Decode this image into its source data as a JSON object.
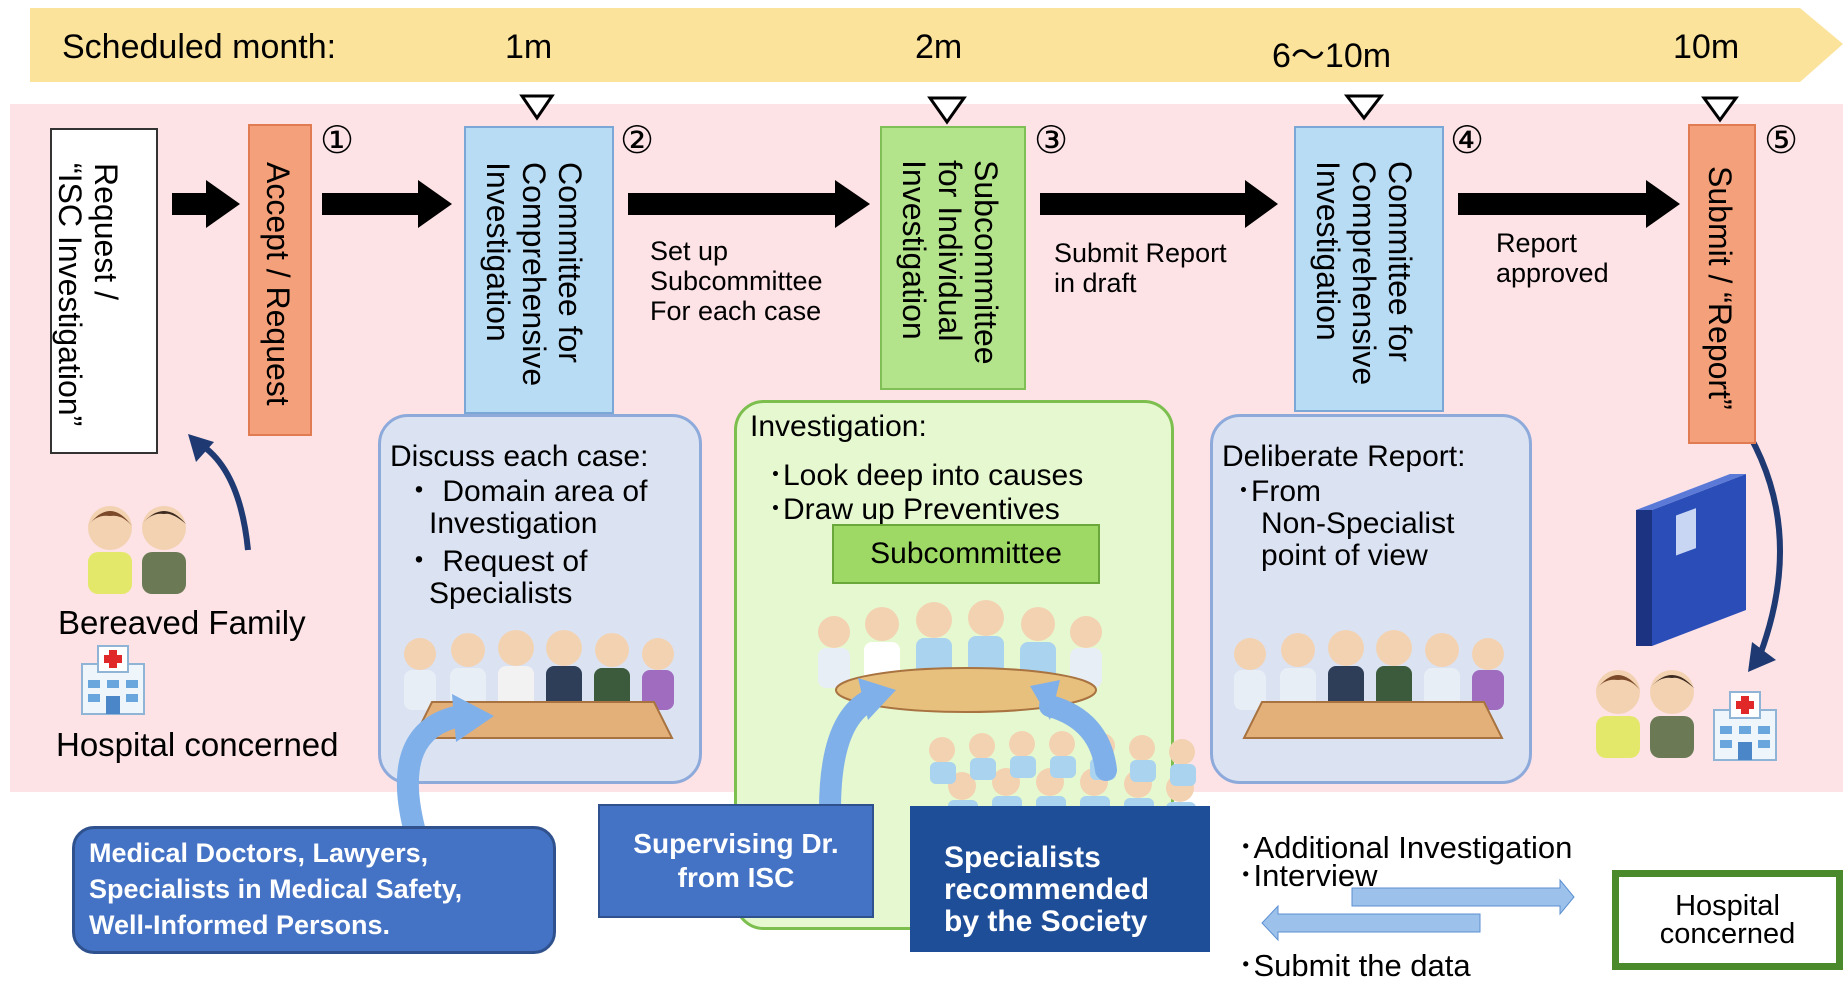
{
  "timeline": {
    "label": "Scheduled month:",
    "marks": [
      "1m",
      "2m",
      "6～10m",
      "10m"
    ]
  },
  "steps": [
    {
      "box": "Request /\n“ISC Investigation”"
    },
    {
      "box": "Accept / Request",
      "num": "①"
    },
    {
      "box": "Committee for\nComprehensive\nInvestigation",
      "num": "②"
    },
    {
      "box": "Subcommittee\nfor Individual\nInvestigation",
      "num": "③"
    },
    {
      "box": "Committee for\nComprehensive\nInvestigation",
      "num": "④"
    },
    {
      "box": "Submit / “Report”",
      "num": "⑤"
    }
  ],
  "arrow_labels": {
    "a3": "Set up\nSubcommittee\nFor each case",
    "a4": "Submit Report\nin draft",
    "a5": "Report\napproved"
  },
  "left": {
    "family": "Bereaved Family",
    "hospital": "Hospital concerned"
  },
  "panel1": {
    "title": "Discuss each case:",
    "items": [
      "・ Domain area of\n   Investigation",
      "・ Request of\n   Specialists"
    ]
  },
  "panel2": {
    "title": "Investigation:",
    "items": [
      "･Look deep into causes",
      "･Draw up Preventives"
    ],
    "sub": "Subcommittee"
  },
  "panel3": {
    "title": "Deliberate Report:",
    "items": [
      "･From\n   Non-Specialist\n   point of view"
    ]
  },
  "bottom": {
    "doctors": "Medical Doctors, Lawyers,\nSpecialists in Medical Safety,\nWell-Informed Persons.",
    "supervising": "Supervising Dr.\nfrom ISC",
    "specialists": "Specialists\nrecommended\nby the Society",
    "add1": "･Additional Investigation",
    "add2": "･Interview",
    "submit": "･Submit the data",
    "hospital": "Hospital\nconcerned"
  },
  "colors": {
    "timeline": "#fbe39b",
    "band": "#fde3e6",
    "committee_blue": "#b9dcf5",
    "subcommittee_green": "#b3e48b",
    "accept_orange": "#f4a07a",
    "panel_blue": "#dbe3f3",
    "panel_green": "#e6f8d0",
    "dark_blue": "#4472c4",
    "navy": "#1f4e99"
  },
  "icons": [
    "person-pair-icon",
    "hospital-icon",
    "binder-icon",
    "meeting-table-icon",
    "specialist-crowd-icon"
  ]
}
